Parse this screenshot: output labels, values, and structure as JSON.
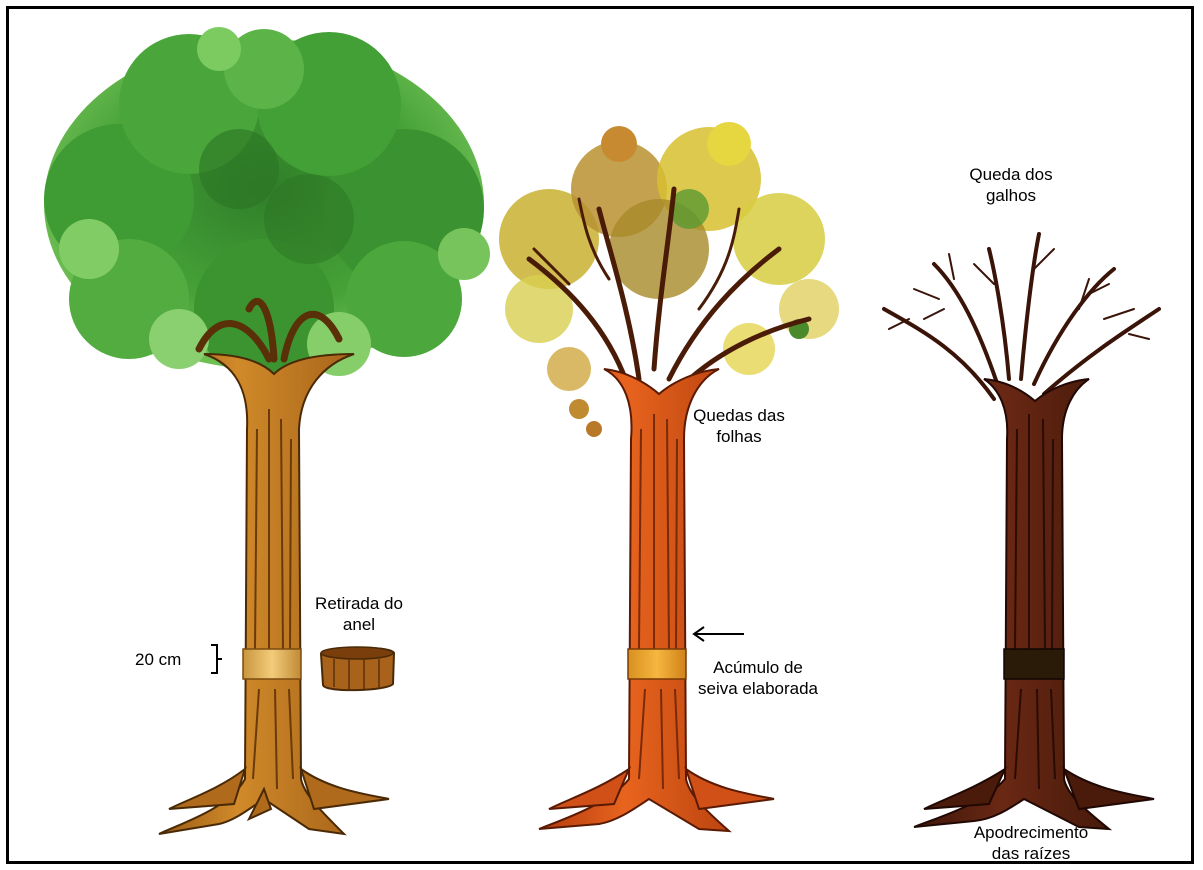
{
  "labels": {
    "measure": "20 cm",
    "ring_removal_1": "Retirada do",
    "ring_removal_2": "anel",
    "leaf_fall_1": "Quedas das",
    "leaf_fall_2": "folhas",
    "sap_1": "Acúmulo de",
    "sap_2": "seiva elaborada",
    "branch_fall_1": "Queda dos",
    "branch_fall_2": "galhos",
    "root_rot_1": "Apodrecimento",
    "root_rot_2": "das raízes"
  },
  "colors": {
    "healthy_trunk": "#c8781e",
    "healthy_foliage": "#3e9a32",
    "dying_trunk": "#d8501a",
    "dying_foliage": "#c8b020",
    "dead_trunk": "#5a2010",
    "ring": "#e8b860",
    "dead_ring": "#2a1a08"
  }
}
